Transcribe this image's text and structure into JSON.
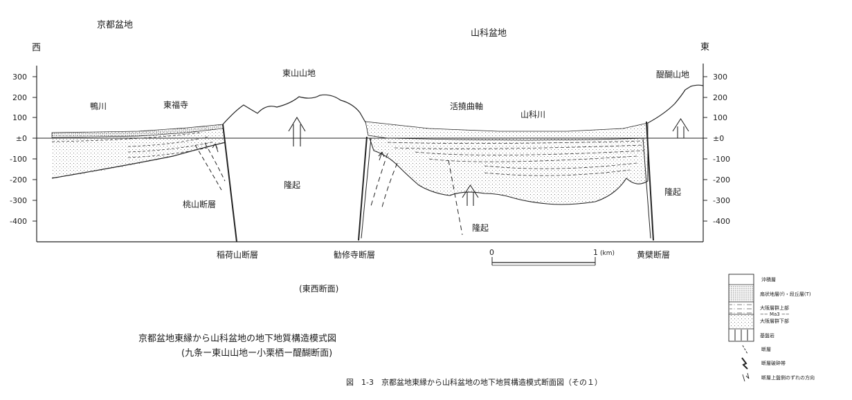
{
  "header": {
    "left_basin": "京都盆地",
    "right_basin": "山科盆地",
    "west": "西",
    "east": "東"
  },
  "axis": {
    "left_ticks": [
      "300",
      "200",
      "100",
      "±0",
      "-100",
      "-200",
      "-300",
      "-400"
    ],
    "right_ticks": [
      "300",
      "200",
      "100",
      "±0",
      "-100",
      "-200",
      "-300",
      "-400"
    ]
  },
  "places": {
    "kamogawa": "鴨川",
    "tofukuji": "東福寺",
    "higashiyama": "東山山地",
    "katsukyoku": "活撓曲軸",
    "yamashinagawa": "山科川",
    "daigo": "醍醐山地",
    "momoyama_fault": "桃山断層",
    "uplift_center": "隆起",
    "uplift_right": "隆起",
    "uplift_bottom": "隆起"
  },
  "faults": {
    "inariyama": "稲荷山断層",
    "kanshuji": "勧修寺断層",
    "obaku": "黄檗断層"
  },
  "scale": {
    "zero": "0",
    "one": "1",
    "unit": "(km)"
  },
  "section": "(東西断面)",
  "caption": {
    "line1": "京都盆地東縁から山科盆地の地下地質構造模式図",
    "line2": "(九条ー東山山地ー小栗栖ー醍醐断面)"
  },
  "figure_title": "図　1-3　京都盆地東縁から山科盆地の地下地質構造模式断面図（その１）",
  "legend": {
    "items": [
      "沖積層",
      "扇状地層(f)・段丘層(T)",
      "大阪層群上部",
      "−− Ma3 −−",
      "大阪層群下部",
      "基盤岩",
      "断層",
      "断層破砕帯",
      "断層上盤側のずれの方向"
    ]
  }
}
